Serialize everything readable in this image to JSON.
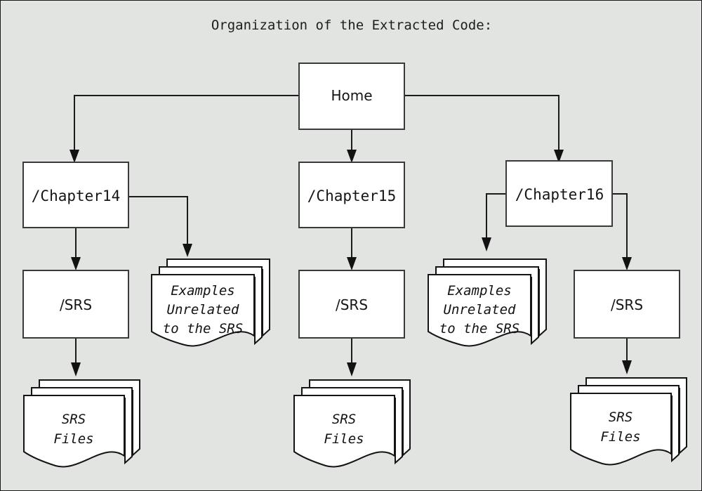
{
  "diagram": {
    "title": "Organization of the Extracted Code:",
    "background_color": "#e2e4e1",
    "border_color": "#1a1a1a",
    "node_fill": "#ffffff",
    "node_stroke": "#3a3a3a",
    "connector_color": "#1b1b1b",
    "root": {
      "id": "home",
      "label": "Home",
      "shape": "rectangle"
    },
    "chapters": [
      {
        "id": "chapter14",
        "label": "/Chapter14",
        "shape": "rectangle"
      },
      {
        "id": "chapter15",
        "label": "/Chapter15",
        "shape": "rectangle"
      },
      {
        "id": "chapter16",
        "label": "/Chapter16",
        "shape": "rectangle"
      }
    ],
    "srs_folders": [
      {
        "id": "srs-left",
        "label": "/SRS",
        "shape": "rectangle"
      },
      {
        "id": "srs-middle",
        "label": "/SRS",
        "shape": "rectangle"
      },
      {
        "id": "srs-right",
        "label": "/SRS",
        "shape": "rectangle"
      }
    ],
    "examples_docs": [
      {
        "id": "examples-left",
        "shape": "document-stack",
        "lines": [
          "Examples",
          "Unrelated",
          "to the SRS"
        ]
      },
      {
        "id": "examples-middle",
        "shape": "document-stack",
        "lines": [
          "Examples",
          "Unrelated",
          "to the SRS"
        ]
      }
    ],
    "srs_files_docs": [
      {
        "id": "srs-files-left",
        "shape": "document-stack",
        "lines": [
          "SRS",
          "Files"
        ]
      },
      {
        "id": "srs-files-middle",
        "shape": "document-stack",
        "lines": [
          "SRS",
          "Files"
        ]
      },
      {
        "id": "srs-files-right",
        "shape": "document-stack",
        "lines": [
          "SRS",
          "Files"
        ]
      }
    ],
    "edges": [
      {
        "from": "home",
        "to": "chapter14"
      },
      {
        "from": "home",
        "to": "chapter15"
      },
      {
        "from": "home",
        "to": "chapter16"
      },
      {
        "from": "chapter14",
        "to": "srs-left"
      },
      {
        "from": "chapter14",
        "to": "examples-left"
      },
      {
        "from": "chapter15",
        "to": "srs-middle"
      },
      {
        "from": "chapter16",
        "to": "examples-middle"
      },
      {
        "from": "chapter16",
        "to": "srs-right"
      },
      {
        "from": "srs-left",
        "to": "srs-files-left"
      },
      {
        "from": "srs-middle",
        "to": "srs-files-middle"
      },
      {
        "from": "srs-right",
        "to": "srs-files-right"
      }
    ]
  }
}
